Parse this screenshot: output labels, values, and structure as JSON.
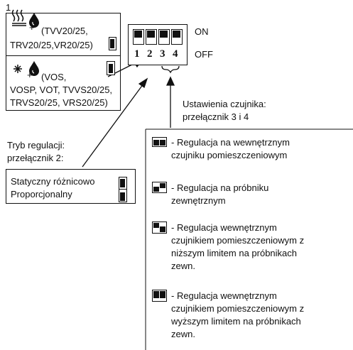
{
  "figure_number": "1",
  "dip": {
    "on_label": "ON",
    "off_label": "OFF",
    "numbers": [
      "1",
      "2",
      "3",
      "4"
    ]
  },
  "box_heat": {
    "label_line1": "(TVV20/25,",
    "label_line2": "TRV20/25,VR20/25)"
  },
  "box_cool": {
    "label_line1": "(VOS,",
    "label_line2": "VOSP, VOT, TVVS20/25,",
    "label_line3": "TRVS20/25, VRS20/25)"
  },
  "plus_sign": "+",
  "mode": {
    "caption_line1": "Tryb regulacji:",
    "caption_line2": "przełącznik 2:",
    "options": [
      "Statyczny różnicowo",
      "Proporcjonalny"
    ]
  },
  "sensor": {
    "caption_line1": "Ustawienia czujnika:",
    "caption_line2": "przełącznik 3 i 4",
    "items": [
      {
        "lines": [
          "- Regulacja na wewnętrznym",
          "czujniku pomieszczeniowym"
        ]
      },
      {
        "lines": [
          "- Regulacja na próbniku",
          "zewnętrznym"
        ]
      },
      {
        "lines": [
          "- Regulacja wewnętrznym",
          "czujnikiem pomieszczeniowym z",
          "niższym limitem na próbnikach",
          "zewn."
        ]
      },
      {
        "lines": [
          "- Regulacja wewnętrznym",
          "czujnikiem pomieszczeniowym z",
          "wyższym limitem na próbnikach",
          "zewn."
        ]
      }
    ]
  }
}
